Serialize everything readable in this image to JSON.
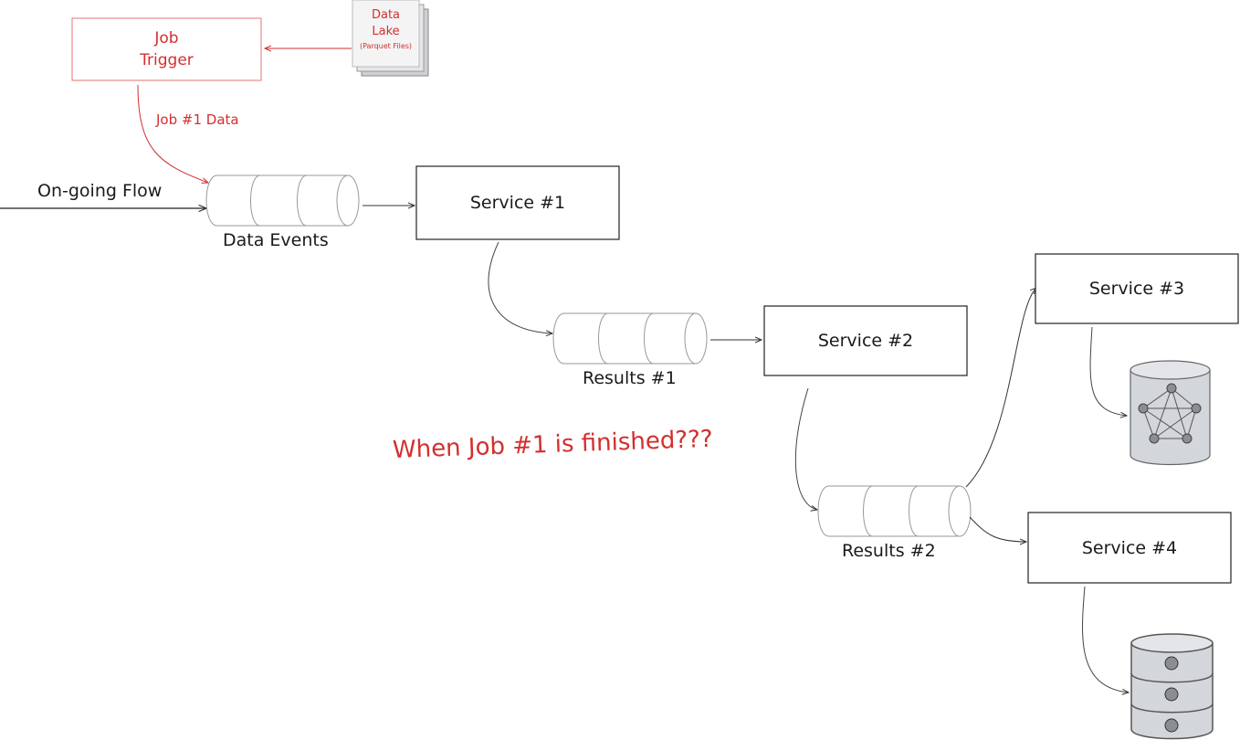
{
  "colors": {
    "ink": "#1a1a1a",
    "accent": "#d32f2f",
    "muted": "#9e9e9e",
    "db_fill": "#d3d6da",
    "paper_shadow": "#cfcfd4"
  },
  "nodes": {
    "job_trigger": {
      "line1": "Job",
      "line2": "Trigger"
    },
    "data_lake": {
      "line1": "Data",
      "line2": "Lake",
      "line3": "(Parquet Files)"
    },
    "service1": "Service #1",
    "service2": "Service #2",
    "service3": "Service #3",
    "service4": "Service #4"
  },
  "queues": {
    "data_events": "Data Events",
    "results1": "Results #1",
    "results2": "Results #2"
  },
  "edges": {
    "job_data": "Job #1 Data",
    "ongoing_flow": "On-going Flow"
  },
  "question": "When Job #1 is finished???",
  "icons": {
    "graph_db": "graph-database-icon",
    "relational_db": "database-icon"
  }
}
